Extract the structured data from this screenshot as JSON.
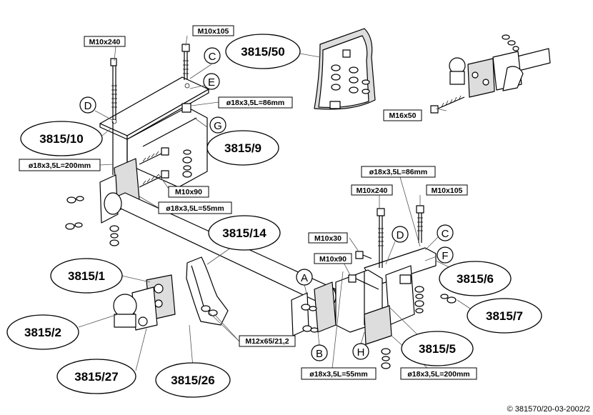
{
  "part_labels": {
    "p3815_50": "3815/50",
    "p3815_10": "3815/10",
    "p3815_9": "3815/9",
    "p3815_14": "3815/14",
    "p3815_1": "3815/1",
    "p3815_2": "3815/2",
    "p3815_27": "3815/27",
    "p3815_26": "3815/26",
    "p3815_6": "3815/6",
    "p3815_7": "3815/7",
    "p3815_5": "3815/5"
  },
  "spec_labels": {
    "m10x240_left": "M10x240",
    "m10x105_left": "M10x105",
    "d18_86_left": "ø18x3,5L=86mm",
    "d18_200_left": "ø18x3,5L=200mm",
    "m10x90_left": "M10x90",
    "d18_55_left": "ø18x3,5L=55mm",
    "m16x50": "M16x50",
    "d18_86_right": "ø18x3,5L=86mm",
    "m10x240_right": "M10x240",
    "m10x105_right": "M10x105",
    "m10x30": "M10x30",
    "m10x90_right": "M10x90",
    "m12x65": "M12x65/21,2",
    "d18_55_right": "ø18x3,5L=55mm",
    "d18_200_right": "ø18x3,5L=200mm"
  },
  "letter_labels": {
    "c_left": "C",
    "e_left": "E",
    "d_left": "D",
    "g_left": "G",
    "d_right": "D",
    "c_right": "C",
    "f_right": "F",
    "a_right": "A",
    "b_right": "B",
    "h_right": "H"
  },
  "copyright": "© 381570/20-03-2002/2"
}
